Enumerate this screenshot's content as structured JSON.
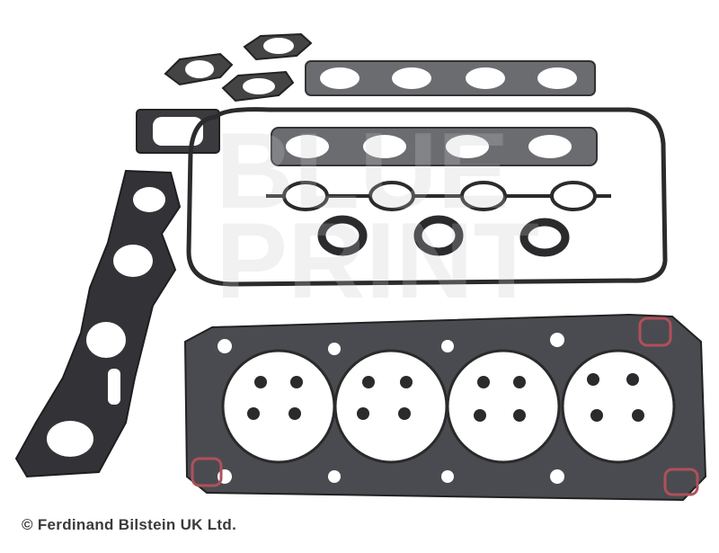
{
  "photo": {
    "subject": "gasket-set",
    "watermark": "BLUE PRINT",
    "copyright": "© Ferdinand Bilstein UK Ltd.",
    "colors": {
      "gasket": "#2b2b2e",
      "gasket_face": "#4a4b50",
      "seal_red": "#b0505a",
      "background": "#ffffff"
    }
  }
}
